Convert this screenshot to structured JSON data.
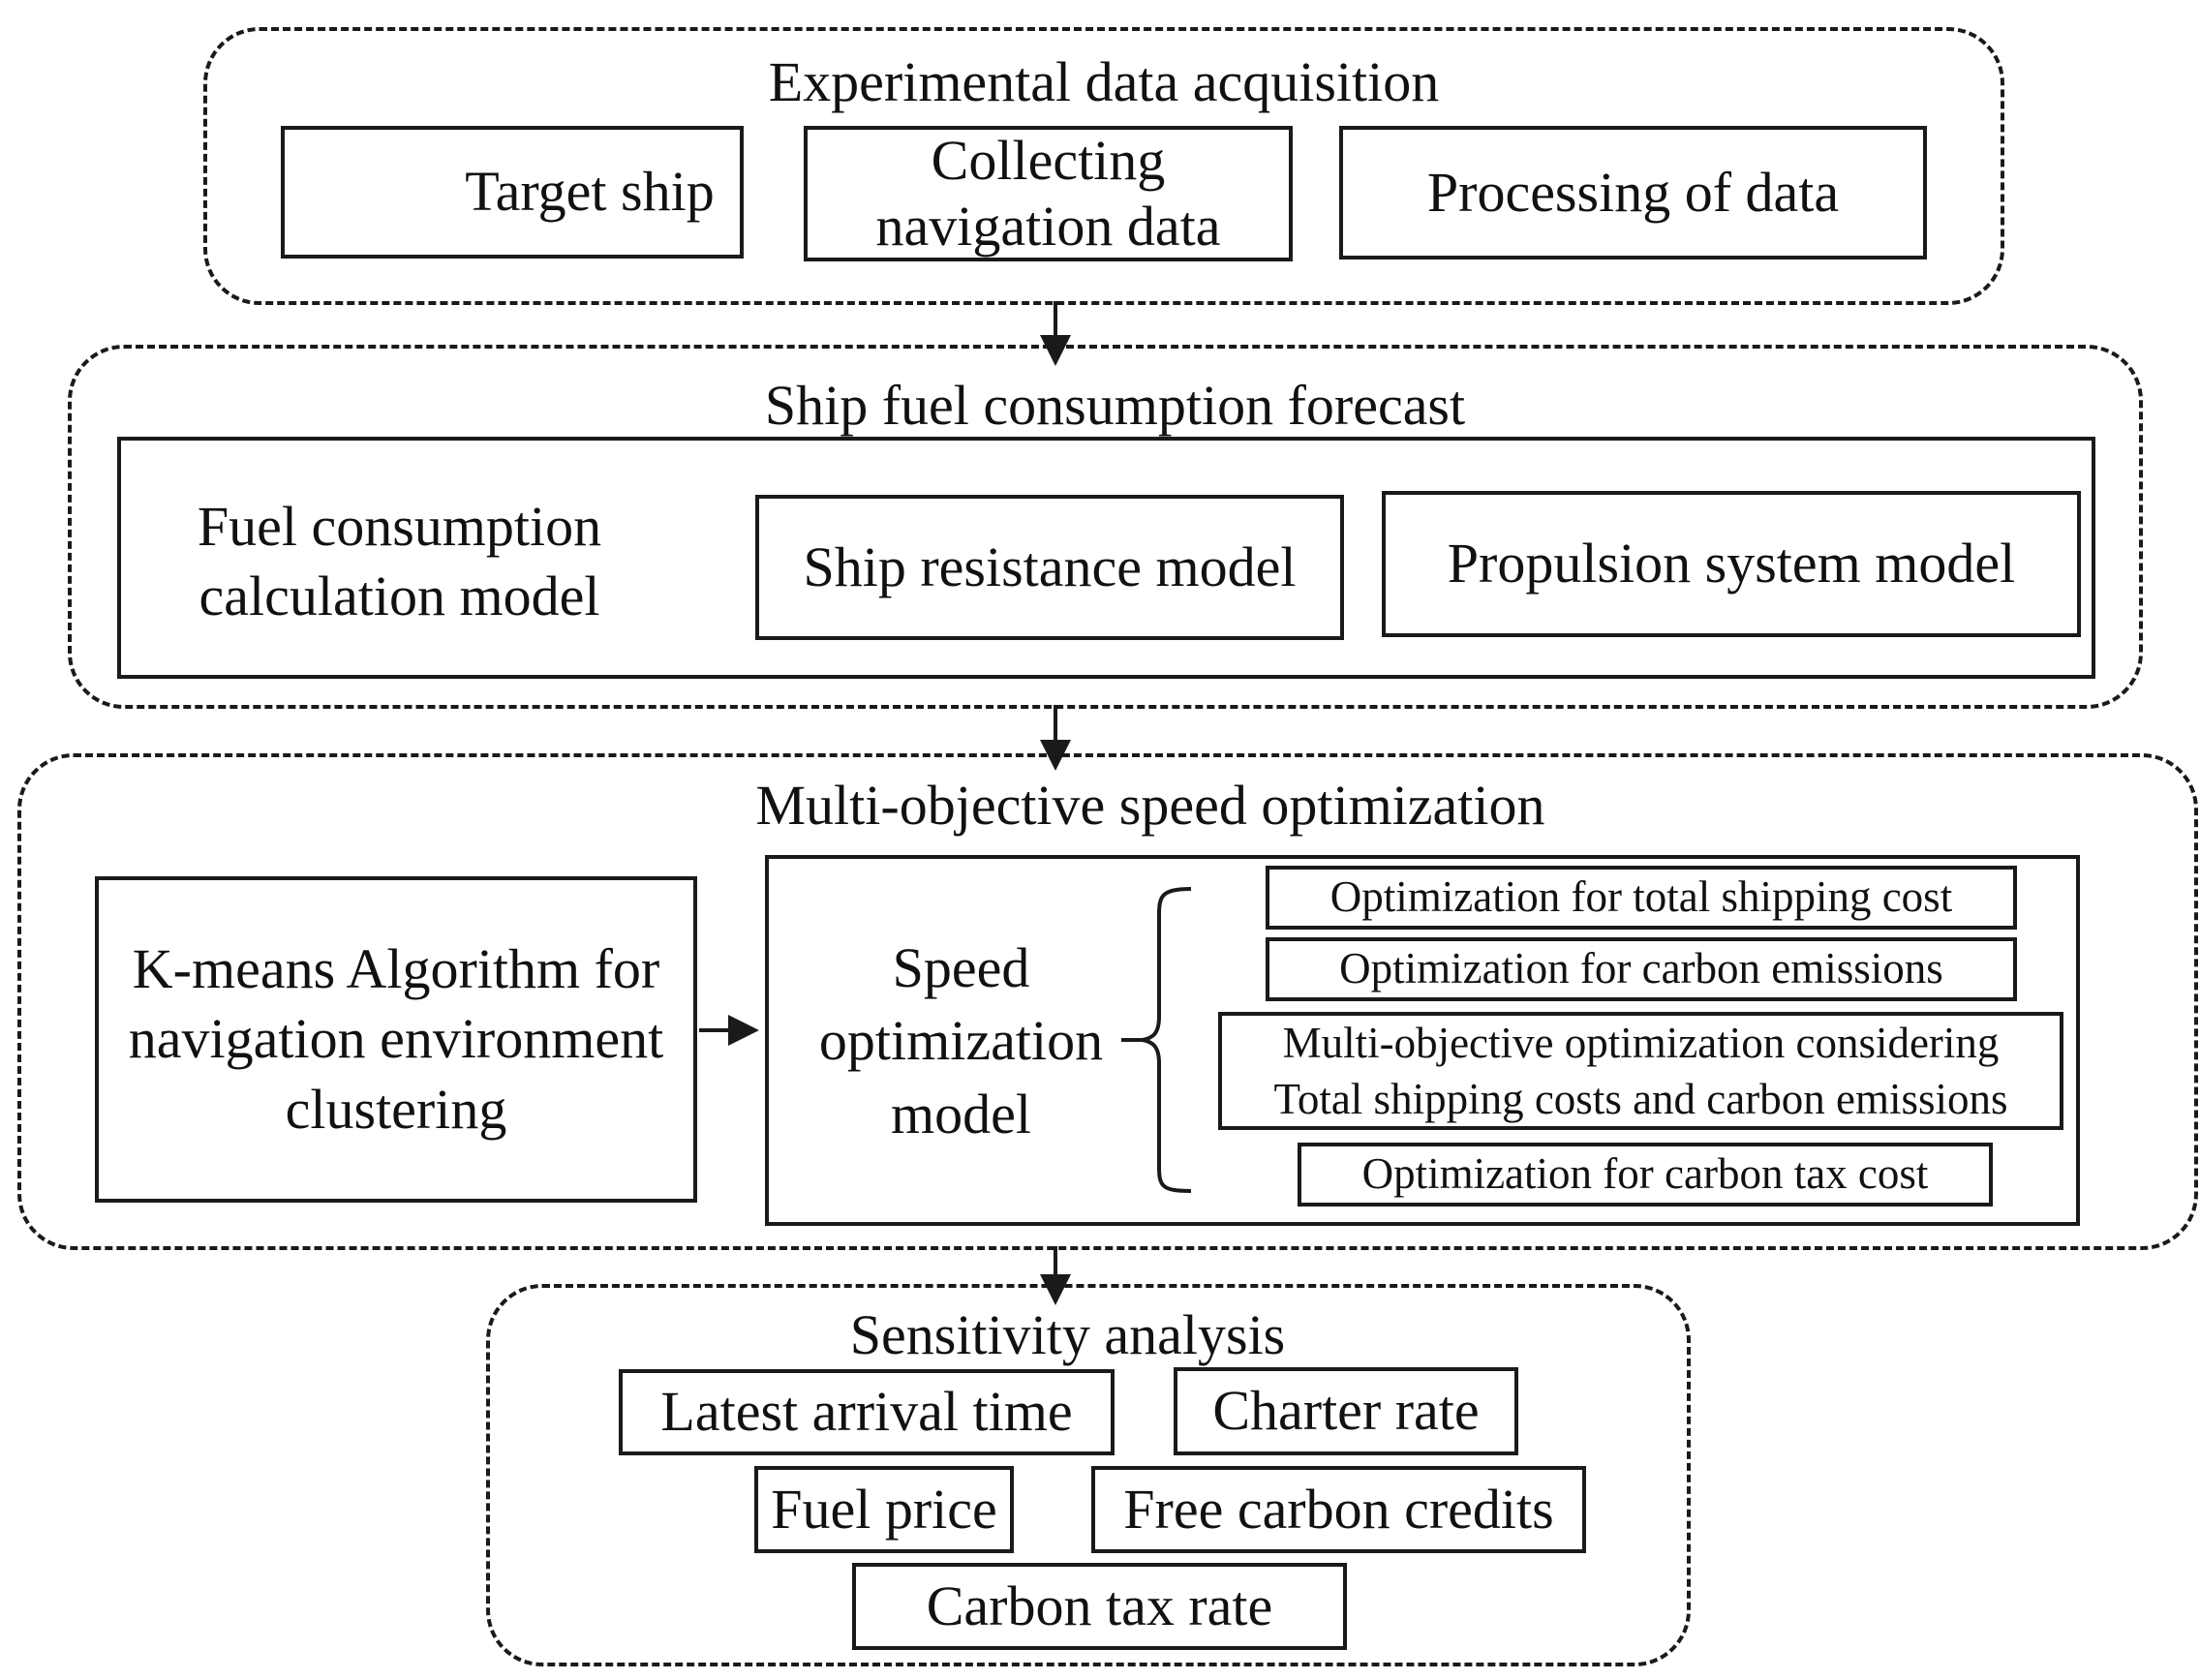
{
  "stages": {
    "acquisition": {
      "title": "Experimental data acquisition",
      "target_ship": "Target ship",
      "collecting": "Collecting navigation data",
      "processing": "Processing of data"
    },
    "forecast": {
      "title": "Ship fuel consumption forecast",
      "fuel_model": "Fuel consumption calculation model",
      "resistance_model": "Ship resistance model",
      "propulsion_model": "Propulsion system model"
    },
    "optimization": {
      "title": "Multi-objective speed optimization",
      "kmeans": "K-means Algorithm for navigation environment clustering",
      "speed_model": "Speed optimization model",
      "objectives": [
        "Optimization for total shipping cost",
        "Optimization for carbon emissions",
        "Multi-objective optimization considering Total shipping costs and carbon emissions",
        "Optimization for carbon tax cost"
      ]
    },
    "sensitivity": {
      "title": "Sensitivity analysis",
      "factors": [
        "Latest arrival time",
        "Charter rate",
        "Fuel price",
        "Free carbon credits",
        "Carbon tax rate"
      ]
    }
  }
}
